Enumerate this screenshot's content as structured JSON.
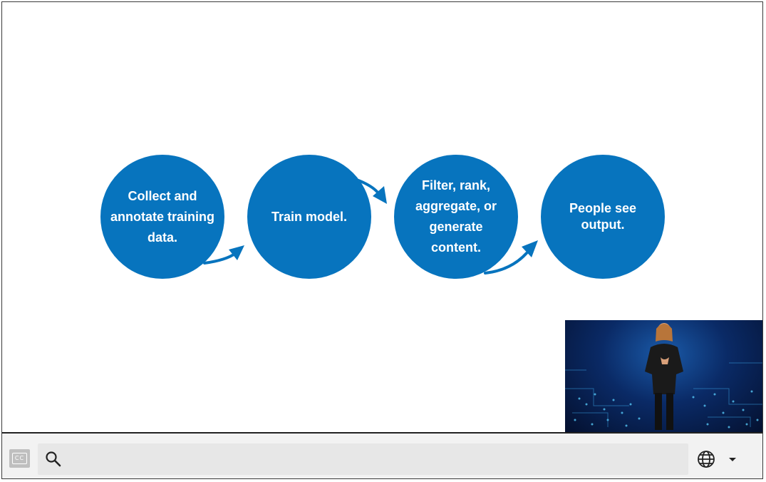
{
  "flow": {
    "steps": [
      {
        "label": "Collect and annotate training data."
      },
      {
        "label": "Train model."
      },
      {
        "label": "Filter, rank, aggregate, or generate content."
      },
      {
        "label": "People see output."
      }
    ],
    "circle_color": "#0774be",
    "text_color": "#ffffff"
  },
  "toolbar": {
    "cc_label": "CC",
    "search_placeholder": "",
    "search_value": ""
  },
  "icons": {
    "captions": "closed-captions-icon",
    "search": "search-icon",
    "language": "globe-icon",
    "dropdown": "caret-down-icon"
  }
}
